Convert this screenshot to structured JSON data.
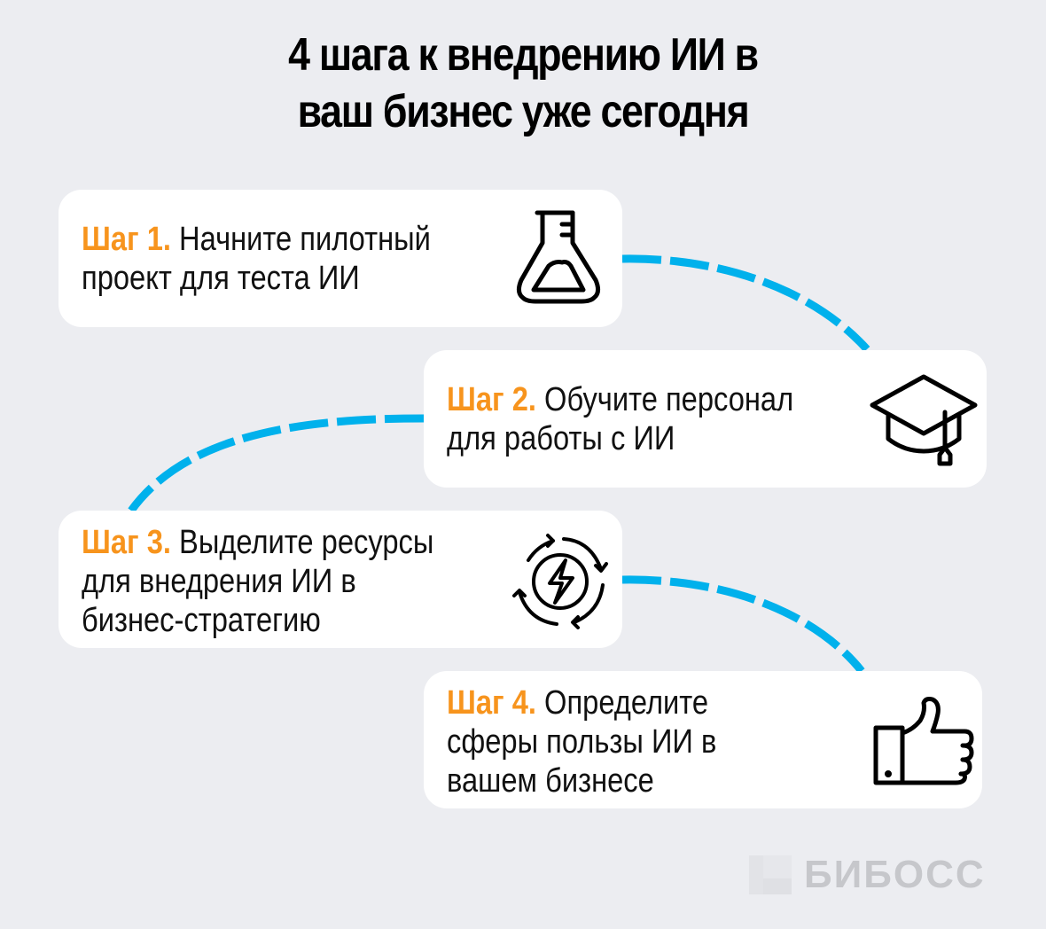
{
  "title": {
    "line1": "4 шага к внедрению ИИ в",
    "line2": "ваш бизнес уже сегодня"
  },
  "colors": {
    "background": "#ecedf1",
    "card": "#ffffff",
    "step_accent": "#f7941d",
    "connector": "#00b1ec",
    "text": "#111111",
    "logo": "#c6c7cb"
  },
  "steps": [
    {
      "label": "Шаг 1.",
      "line1": " Начните пилотный",
      "line2": "проект для теста ИИ",
      "line3": "",
      "icon": "flask-icon"
    },
    {
      "label": "Шаг 2.",
      "line1": " Обучите персонал",
      "line2": "для работы с ИИ",
      "line3": "",
      "icon": "graduation-cap-icon"
    },
    {
      "label": "Шаг 3.",
      "line1": " Выделите ресурсы",
      "line2": "для внедрения ИИ в",
      "line3": "бизнес-стратегию",
      "icon": "energy-cycle-icon"
    },
    {
      "label": "Шаг 4.",
      "line1": " Определите",
      "line2": "сферы пользы ИИ в",
      "line3": "вашем бизнесе",
      "icon": "thumbs-up-icon"
    }
  ],
  "logo": {
    "text": "БИБОСС",
    "icon": "logo-mark-icon"
  }
}
